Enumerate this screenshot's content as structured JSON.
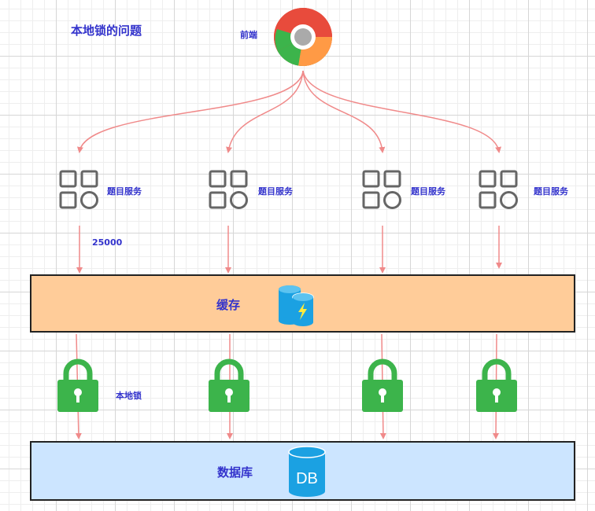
{
  "title": "本地锁的问题",
  "frontend": {
    "label": "前端",
    "icon": "chrome-icon"
  },
  "services": [
    {
      "label": "题目服务",
      "icon": "apps-grid-icon"
    },
    {
      "label": "题目服务",
      "icon": "apps-grid-icon"
    },
    {
      "label": "题目服务",
      "icon": "apps-grid-icon"
    },
    {
      "label": "题目服务",
      "icon": "apps-grid-icon"
    }
  ],
  "request_count_label": "25000",
  "cache": {
    "label": "缓存",
    "icon": "cache-database-icon",
    "color": "#ffcc99"
  },
  "local_lock": {
    "label": "本地锁",
    "icon": "padlock-icon",
    "color": "#3cb44b"
  },
  "database": {
    "label": "数据库",
    "icon_text": "DB",
    "icon": "database-icon",
    "color": "#cce5ff"
  },
  "colors": {
    "text": "#3333cc",
    "arrow": "#f08a8a",
    "icon_gray": "#666666",
    "db_icon": "#1ba1e2"
  }
}
